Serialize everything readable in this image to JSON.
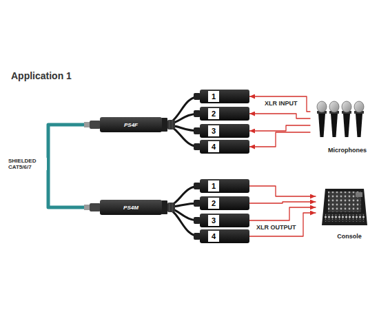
{
  "diagram": {
    "title": "Application 1",
    "nodes": [
      {
        "text": [
          "PS4F"
        ]
      },
      {
        "text": [
          "1"
        ]
      },
      {
        "text": [
          "2"
        ]
      },
      {
        "text": [
          "3"
        ]
      },
      {
        "text": [
          "4"
        ]
      },
      {
        "text": [
          "Microphones"
        ]
      },
      {
        "text": [
          "PS4M"
        ]
      },
      {
        "text": [
          "1"
        ]
      },
      {
        "text": [
          "2"
        ]
      },
      {
        "text": [
          "3"
        ]
      },
      {
        "text": [
          "4"
        ]
      },
      {
        "text": [
          "Console"
        ]
      }
    ],
    "edges": [
      {
        "from": 0,
        "to": 1,
        "arrow": "none"
      },
      {
        "from": 0,
        "to": 2,
        "arrow": "none"
      },
      {
        "from": 0,
        "to": 3,
        "arrow": "none"
      },
      {
        "from": 0,
        "to": 4,
        "arrow": "none"
      },
      {
        "from": 5,
        "to": 1,
        "arrow": "to"
      },
      {
        "from": 5,
        "to": 2,
        "arrow": "to"
      },
      {
        "from": 5,
        "to": 3,
        "arrow": "to"
      },
      {
        "from": 5,
        "to": 4,
        "arrow": "to"
      },
      {
        "from": 0,
        "to": 6,
        "arrow": "none"
      },
      {
        "from": 6,
        "to": 7,
        "arrow": "none"
      },
      {
        "from": 6,
        "to": 8,
        "arrow": "none"
      },
      {
        "from": 6,
        "to": 9,
        "arrow": "none"
      },
      {
        "from": 6,
        "to": 10,
        "arrow": "none"
      },
      {
        "from": 7,
        "to": 11,
        "arrow": "to"
      },
      {
        "from": 8,
        "to": 11,
        "arrow": "to"
      },
      {
        "from": 9,
        "to": 11,
        "arrow": "to"
      },
      {
        "from": 10,
        "to": 11,
        "arrow": "to"
      }
    ],
    "labels": [
      "SHIELDED CAT5/6/7",
      "XLR INPUT",
      "XLR OUTPUT"
    ]
  }
}
